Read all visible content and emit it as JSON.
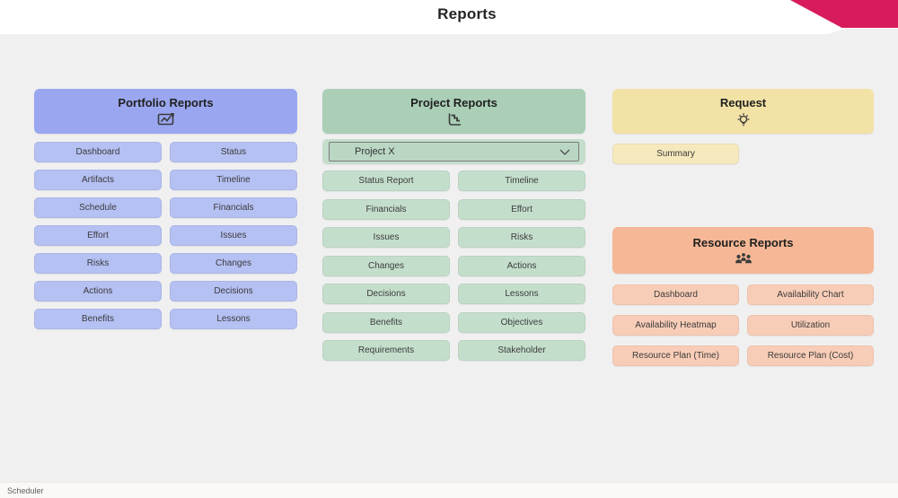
{
  "title": "Reports",
  "colors": {
    "accent-pink": "#D81B5C",
    "canvas-bg": "#F1F0F1",
    "portfolio-header": "#9AA7F0",
    "portfolio-button": "#B5C0F3",
    "project-header": "#AACFB6",
    "project-button": "#C4DECC",
    "project-dropdown-fill": "#BAD7C4",
    "request-header": "#F2E2A6",
    "request-button": "#F6E9BD",
    "resource-header": "#F5B795",
    "resource-button": "#F8CDB7"
  },
  "sections": {
    "portfolio": {
      "title": "Portfolio Reports",
      "icon": "line-chart-frame-icon",
      "buttons": [
        "Dashboard",
        "Status",
        "Artifacts",
        "Timeline",
        "Schedule",
        "Financials",
        "Effort",
        "Issues",
        "Risks",
        "Changes",
        "Actions",
        "Decisions",
        "Benefits",
        "Lessons"
      ]
    },
    "project": {
      "title": "Project Reports",
      "icon": "trend-chart-icon",
      "dropdown": {
        "value": "Project X"
      },
      "buttons": [
        "Status Report",
        "Timeline",
        "Financials",
        "Effort",
        "Issues",
        "Risks",
        "Changes",
        "Actions",
        "Decisions",
        "Lessons",
        "Benefits",
        "Objectives",
        "Requirements",
        "Stakeholder"
      ]
    },
    "request": {
      "title": "Request",
      "icon": "lightbulb-icon",
      "buttons": [
        "Summary"
      ]
    },
    "resource": {
      "title": "Resource Reports",
      "icon": "people-icon",
      "buttons": [
        "Dashboard",
        "Availability Chart",
        "Availability Heatmap",
        "Utilization",
        "Resource Plan (Time)",
        "Resource Plan (Cost)"
      ]
    }
  },
  "footer": {
    "tab_label": "Scheduler"
  }
}
